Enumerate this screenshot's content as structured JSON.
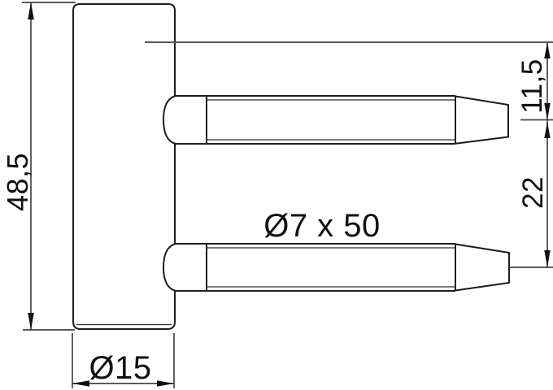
{
  "app": {
    "type": "technical-drawing",
    "background": "#ffffff"
  },
  "drawing": {
    "labels": {
      "overall_height": "48,5",
      "pin_top_offset": "11,5",
      "pin_spacing": "22",
      "pin_spec": "Ø7 x 50",
      "body_diameter": "Ø15"
    },
    "colors": {
      "outline": "#1d1d1d",
      "thin_line": "#2e2e2e",
      "dim_line": "#454545",
      "ref_line": "#555555",
      "text": "#111111",
      "background": "#ffffff"
    }
  }
}
